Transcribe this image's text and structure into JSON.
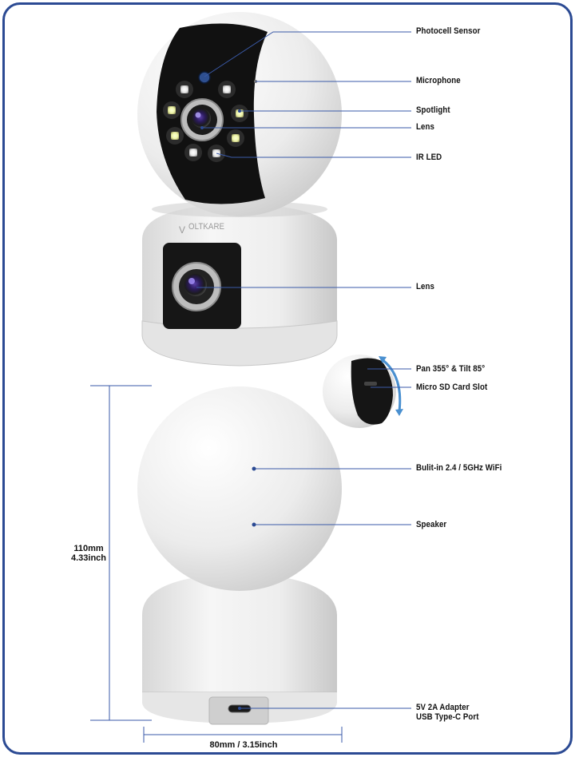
{
  "brand": "OLTKARE",
  "callouts": {
    "photocell": "Photocell Sensor",
    "microphone": "Microphone",
    "spotlight": "Spotlight",
    "lens_top": "Lens",
    "ir_led": "IR LED",
    "lens_bottom": "Lens",
    "pan_tilt": "Pan 355° & Tilt 85°",
    "sd_slot": "Micro SD Card Slot",
    "wifi": "Bulit-in 2.4 / 5GHz WiFi",
    "speaker": "Speaker",
    "power_line1": "5V 2A Adapter",
    "power_line2": "USB Type-C Port"
  },
  "dimensions": {
    "height_mm": "110mm",
    "height_in": "4.33inch",
    "width": "80mm / 3.15inch"
  },
  "colors": {
    "frame": "#2b4a93",
    "line": "#3a5aa8",
    "arrow": "#4a90d0"
  }
}
